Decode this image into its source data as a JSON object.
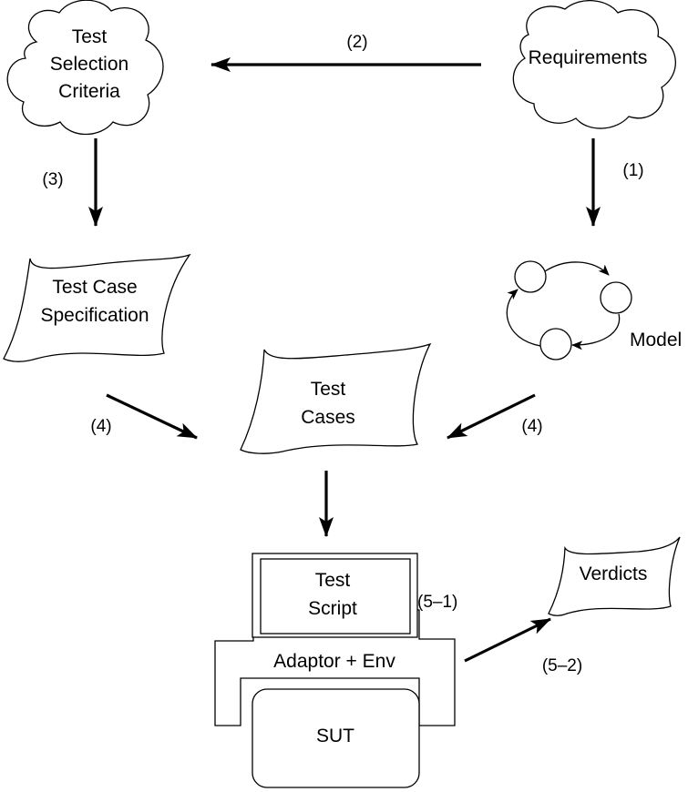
{
  "nodes": {
    "test_selection_criteria": [
      "Test",
      "Selection",
      "Criteria"
    ],
    "requirements": "Requirements",
    "test_case_specification": [
      "Test Case",
      "Specification"
    ],
    "model": "Model",
    "test_cases": [
      "Test",
      "Cases"
    ],
    "test_script": [
      "Test",
      "Script"
    ],
    "adaptor_env": "Adaptor + Env",
    "sut": "SUT",
    "verdicts": "Verdicts"
  },
  "steps": {
    "s1": "(1)",
    "s2": "(2)",
    "s3": "(3)",
    "s4_left": "(4)",
    "s4_right": "(4)",
    "s5_1": "(5–1)",
    "s5_2": "(5–2)"
  }
}
